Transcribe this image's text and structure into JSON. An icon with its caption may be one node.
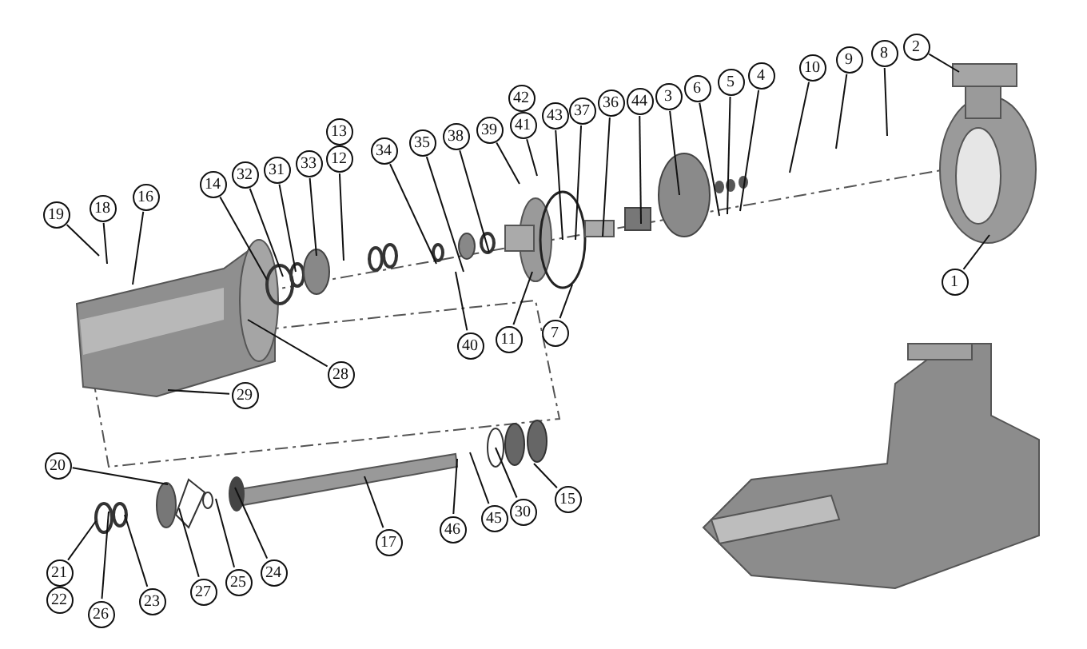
{
  "diagram": {
    "nodes": [
      {
        "text": [
          "42"
        ]
      },
      {
        "text": [
          "43"
        ]
      },
      {
        "text": [
          "37"
        ]
      },
      {
        "text": [
          "36"
        ]
      },
      {
        "text": [
          "44"
        ]
      },
      {
        "text": [
          "3"
        ]
      },
      {
        "text": [
          "6"
        ]
      },
      {
        "text": [
          "5"
        ]
      },
      {
        "text": [
          "4"
        ]
      },
      {
        "text": [
          "10"
        ]
      },
      {
        "text": [
          "9"
        ]
      },
      {
        "text": [
          "8"
        ]
      },
      {
        "text": [
          "2"
        ]
      },
      {
        "text": [
          "41"
        ]
      },
      {
        "text": [
          "39"
        ]
      },
      {
        "text": [
          "13"
        ]
      },
      {
        "text": [
          "38"
        ]
      },
      {
        "text": [
          "35"
        ]
      },
      {
        "text": [
          "34"
        ]
      },
      {
        "text": [
          "12"
        ]
      },
      {
        "text": [
          "33"
        ]
      },
      {
        "text": [
          "31"
        ]
      },
      {
        "text": [
          "32"
        ]
      },
      {
        "text": [
          "14"
        ]
      },
      {
        "text": [
          "16"
        ]
      },
      {
        "text": [
          "18"
        ]
      },
      {
        "text": [
          "19"
        ]
      },
      {
        "text": [
          "1"
        ]
      },
      {
        "text": [
          "7"
        ]
      },
      {
        "text": [
          "11"
        ]
      },
      {
        "text": [
          "40"
        ]
      },
      {
        "text": [
          "28"
        ]
      },
      {
        "text": [
          "29"
        ]
      },
      {
        "text": [
          "20"
        ]
      },
      {
        "text": [
          "15"
        ]
      },
      {
        "text": [
          "30"
        ]
      },
      {
        "text": [
          "45"
        ]
      },
      {
        "text": [
          "46"
        ]
      },
      {
        "text": [
          "17"
        ]
      },
      {
        "text": [
          "21"
        ]
      },
      {
        "text": [
          "24"
        ]
      },
      {
        "text": [
          "25"
        ]
      },
      {
        "text": [
          "27"
        ]
      },
      {
        "text": [
          "22"
        ]
      },
      {
        "text": [
          "23"
        ]
      },
      {
        "text": [
          "26"
        ]
      }
    ],
    "edges": [
      {
        "from": 1,
        "to": null,
        "arrow": "none"
      },
      {
        "from": 2,
        "to": null,
        "arrow": "none"
      },
      {
        "from": 3,
        "to": null,
        "arrow": "none"
      },
      {
        "from": 4,
        "to": null,
        "arrow": "none"
      },
      {
        "from": 5,
        "to": null,
        "arrow": "none"
      },
      {
        "from": 6,
        "to": null,
        "arrow": "none"
      },
      {
        "from": 7,
        "to": null,
        "arrow": "none"
      },
      {
        "from": 8,
        "to": null,
        "arrow": "none"
      },
      {
        "from": 9,
        "to": null,
        "arrow": "none"
      },
      {
        "from": 10,
        "to": null,
        "arrow": "none"
      },
      {
        "from": 11,
        "to": null,
        "arrow": "none"
      },
      {
        "from": 12,
        "to": null,
        "arrow": "none"
      },
      {
        "from": 13,
        "to": null,
        "arrow": "none"
      },
      {
        "from": 14,
        "to": null,
        "arrow": "none"
      },
      {
        "from": 16,
        "to": null,
        "arrow": "none"
      },
      {
        "from": 17,
        "to": null,
        "arrow": "none"
      },
      {
        "from": 18,
        "to": null,
        "arrow": "none"
      },
      {
        "from": 19,
        "to": null,
        "arrow": "none"
      },
      {
        "from": 20,
        "to": null,
        "arrow": "none"
      },
      {
        "from": 21,
        "to": null,
        "arrow": "none"
      },
      {
        "from": 22,
        "to": null,
        "arrow": "none"
      },
      {
        "from": 23,
        "to": null,
        "arrow": "none"
      },
      {
        "from": 24,
        "to": null,
        "arrow": "none"
      },
      {
        "from": 25,
        "to": null,
        "arrow": "none"
      },
      {
        "from": 26,
        "to": null,
        "arrow": "none"
      },
      {
        "from": 27,
        "to": null,
        "arrow": "none"
      },
      {
        "from": 28,
        "to": null,
        "arrow": "none"
      },
      {
        "from": 29,
        "to": null,
        "arrow": "none"
      },
      {
        "from": 30,
        "to": null,
        "arrow": "none"
      },
      {
        "from": 31,
        "to": null,
        "arrow": "none"
      },
      {
        "from": 32,
        "to": null,
        "arrow": "none"
      },
      {
        "from": 33,
        "to": null,
        "arrow": "none"
      },
      {
        "from": 34,
        "to": null,
        "arrow": "none"
      },
      {
        "from": 35,
        "to": null,
        "arrow": "none"
      },
      {
        "from": 36,
        "to": null,
        "arrow": "none"
      },
      {
        "from": 37,
        "to": null,
        "arrow": "none"
      },
      {
        "from": 38,
        "to": null,
        "arrow": "none"
      },
      {
        "from": 39,
        "to": null,
        "arrow": "none"
      },
      {
        "from": 40,
        "to": null,
        "arrow": "none"
      },
      {
        "from": 41,
        "to": null,
        "arrow": "none"
      },
      {
        "from": 42,
        "to": null,
        "arrow": "none"
      },
      {
        "from": 44,
        "to": null,
        "arrow": "none"
      },
      {
        "from": 45,
        "to": null,
        "arrow": "none"
      }
    ]
  }
}
